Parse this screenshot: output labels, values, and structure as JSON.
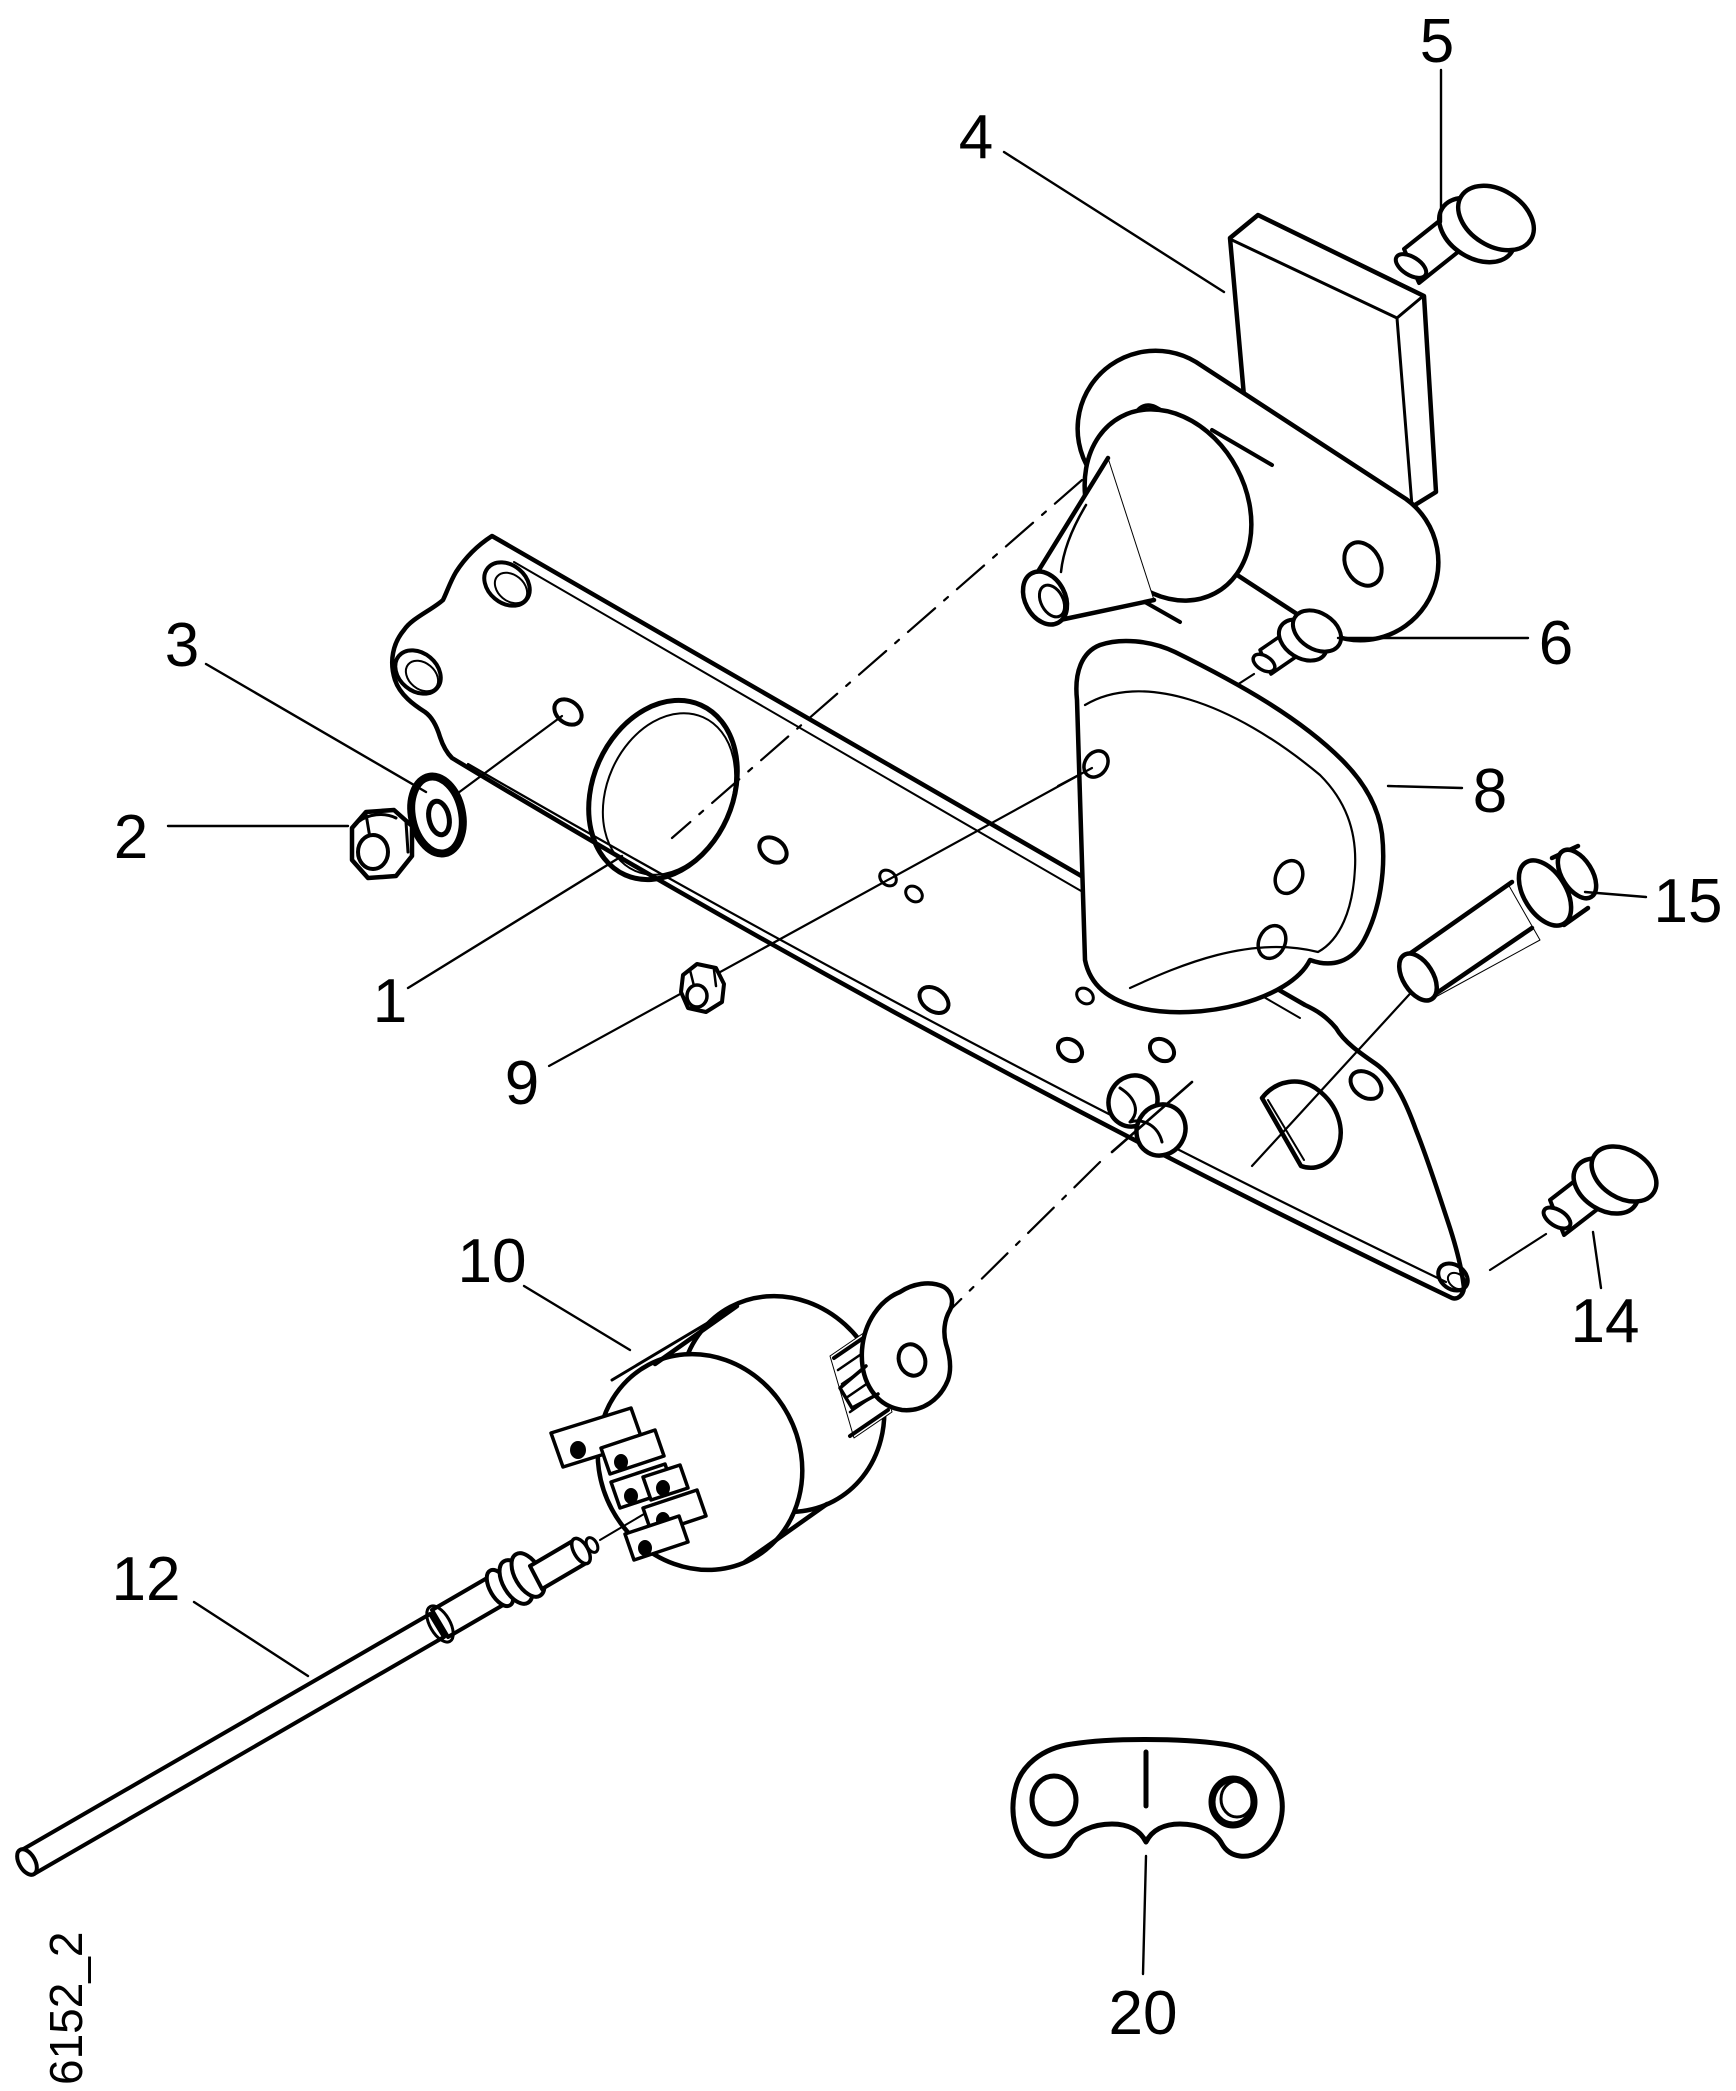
{
  "figure": {
    "footer_code": "6152_2"
  },
  "colors": {
    "ink": "#000000",
    "background": "#ffffff"
  },
  "callouts": [
    {
      "label": "1"
    },
    {
      "label": "2"
    },
    {
      "label": "3"
    },
    {
      "label": "4"
    },
    {
      "label": "5"
    },
    {
      "label": "6"
    },
    {
      "label": "8"
    },
    {
      "label": "9"
    },
    {
      "label": "10"
    },
    {
      "label": "12"
    },
    {
      "label": "14"
    },
    {
      "label": "15"
    },
    {
      "label": "20"
    }
  ]
}
